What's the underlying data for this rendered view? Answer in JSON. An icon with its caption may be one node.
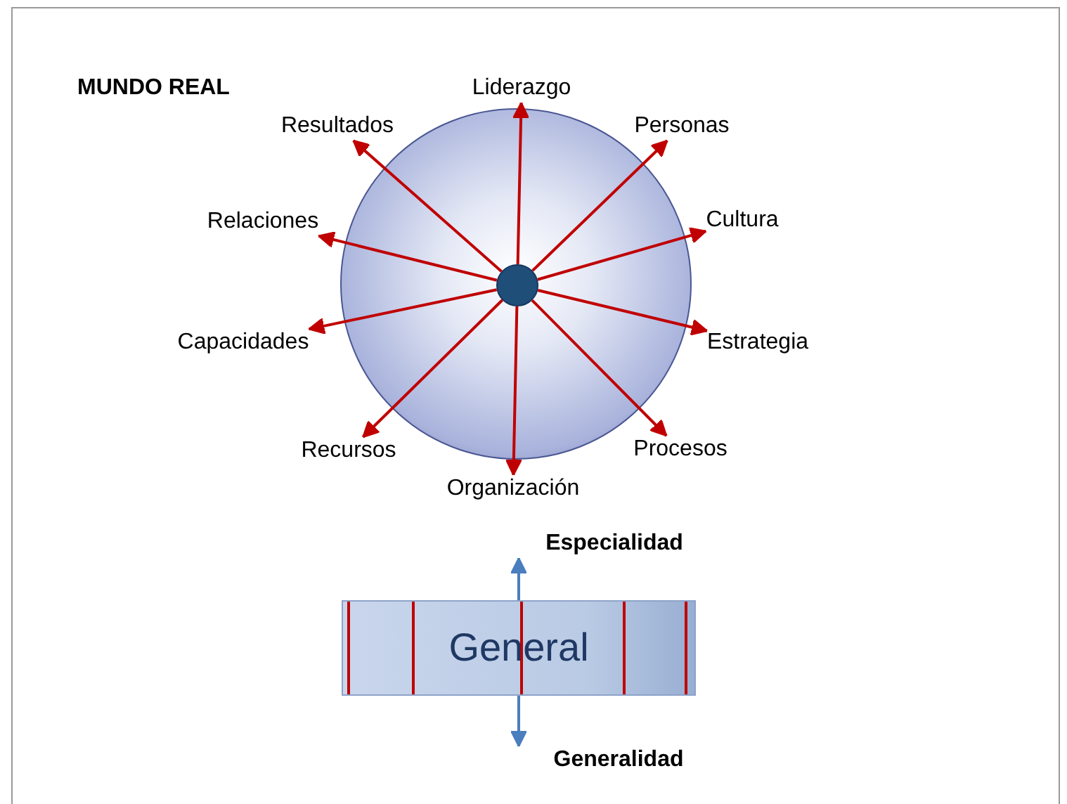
{
  "diagram": {
    "nodes": [
      {
        "text": [],
        "shape": "circle"
      },
      {
        "text": [],
        "shape": "circle",
        "in": 0
      },
      {
        "text": [
          "Liderazgo"
        ]
      },
      {
        "text": [
          "Resultados"
        ]
      },
      {
        "text": [
          "Personas"
        ]
      },
      {
        "text": [
          "Cultura"
        ]
      },
      {
        "text": [
          "Relaciones"
        ]
      },
      {
        "text": [
          "Capacidades"
        ]
      },
      {
        "text": [
          "Estrategia"
        ]
      },
      {
        "text": [
          "Recursos"
        ]
      },
      {
        "text": [
          "Procesos"
        ]
      },
      {
        "text": [
          "Organización"
        ]
      },
      {
        "text": [
          "Especialidad"
        ]
      },
      {
        "text": [
          "General"
        ]
      },
      {
        "text": [
          "Generalidad"
        ]
      }
    ],
    "edges": [
      {
        "from": 1,
        "to": 2,
        "arrow": "to"
      },
      {
        "from": 1,
        "to": 3,
        "arrow": "to"
      },
      {
        "from": 1,
        "to": 4,
        "arrow": "to"
      },
      {
        "from": 1,
        "to": 5,
        "arrow": "to"
      },
      {
        "from": 1,
        "to": 6,
        "arrow": "to"
      },
      {
        "from": 1,
        "to": 7,
        "arrow": "to"
      },
      {
        "from": 1,
        "to": 8,
        "arrow": "to"
      },
      {
        "from": 1,
        "to": 9,
        "arrow": "to"
      },
      {
        "from": 1,
        "to": 10,
        "arrow": "to"
      },
      {
        "from": 1,
        "to": 11,
        "arrow": "to"
      },
      {
        "from": 13,
        "to": 12,
        "arrow": "to",
        "color": "#4a7ebf"
      },
      {
        "from": 13,
        "to": 14,
        "arrow": "to",
        "color": "#4a7ebf"
      }
    ],
    "labels": [
      "MUNDO REAL"
    ]
  }
}
